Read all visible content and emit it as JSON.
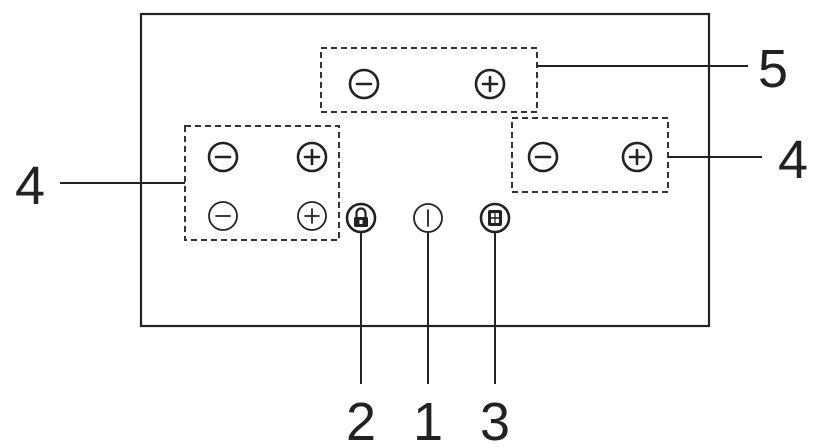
{
  "callouts": {
    "zone_top": "5",
    "zone_left": "4",
    "zone_right": "4",
    "lock": "2",
    "power": "1",
    "timer": "3"
  },
  "icons": {
    "minus": "minus-icon",
    "plus": "plus-icon",
    "lock": "lock-icon",
    "power": "power-icon",
    "timer": "timer-icon"
  },
  "colors": {
    "line": "#222222",
    "background": "#ffffff"
  }
}
